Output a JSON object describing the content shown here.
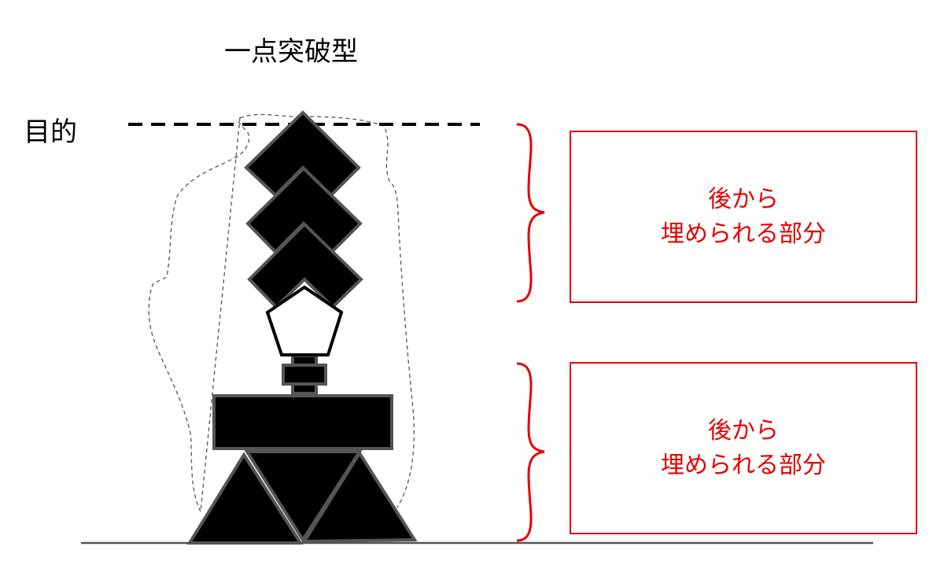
{
  "title": "一点突破型",
  "goal_label": "目的",
  "boxes": [
    {
      "line1": "後から",
      "line2": "埋められる部分"
    },
    {
      "line1": "後から",
      "line2": "埋められる部分"
    }
  ],
  "colors": {
    "accent": "#e60000",
    "shape_fill": "#000000",
    "shape_stroke": "#555555"
  }
}
